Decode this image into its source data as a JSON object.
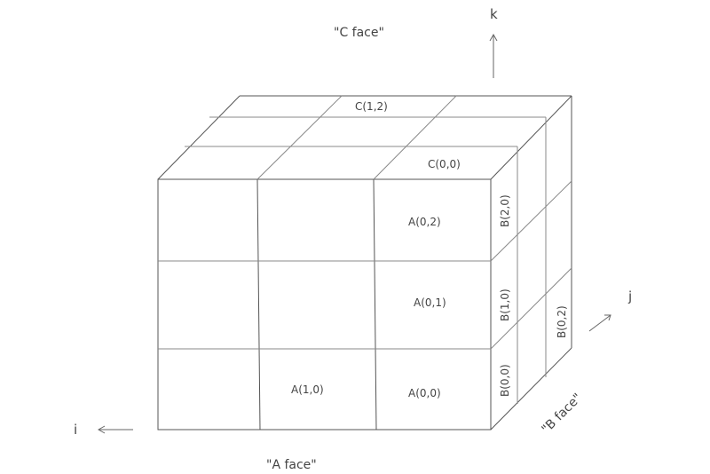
{
  "axes": {
    "i": "i",
    "j": "j",
    "k": "k"
  },
  "faces": {
    "a": "\"A face\"",
    "b": "\"B face\"",
    "c": "\"C face\""
  },
  "cells": {
    "a00": "A(0,0)",
    "a01": "A(0,1)",
    "a02": "A(0,2)",
    "a10": "A(1,0)",
    "b00": "B(0,0)",
    "b10": "B(1,0)",
    "b20": "B(2,0)",
    "b02": "B(0,2)",
    "c00": "C(0,0)",
    "c12": "C(1,2)"
  }
}
